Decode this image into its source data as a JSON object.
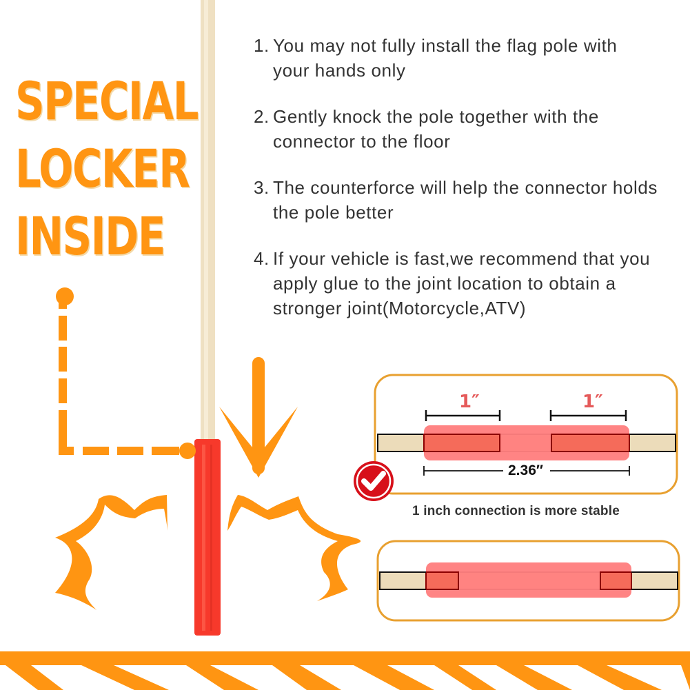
{
  "headline": {
    "lines": [
      "SPECIAL",
      "LOCKER",
      "INSIDE"
    ],
    "color": "#ff9512"
  },
  "steps": [
    {
      "number": "1.",
      "text": "You may not fully install the flag pole with your hands only"
    },
    {
      "number": "2.",
      "text": "Gently knock the pole together with the connector to the floor"
    },
    {
      "number": "3.",
      "text": "The counterforce will help the connector holds the pole better"
    },
    {
      "number": "4.",
      "text": "If your vehicle is fast,we recommend that you apply glue to the joint location to obtain a stronger joint(Motorcycle,ATV)"
    }
  ],
  "diagram_correct": {
    "left_insert_label": "1″",
    "right_insert_label": "1″",
    "total_length_label": "2.36″",
    "caption": "1 inch connection is more stable",
    "badge_icon": "check-circle-icon"
  },
  "diagram_incorrect": {
    "description": "short insertion connection"
  },
  "colors": {
    "accent_orange": "#ff9512",
    "frame_orange": "#e8a030",
    "connector_red": "#f7392b",
    "sleeve_pink": "#ff7f7f",
    "pole_wood": "#f0dcb8",
    "badge_red": "#d7101a",
    "text_dark": "#333333",
    "dim_label_red": "#e55a5a"
  }
}
